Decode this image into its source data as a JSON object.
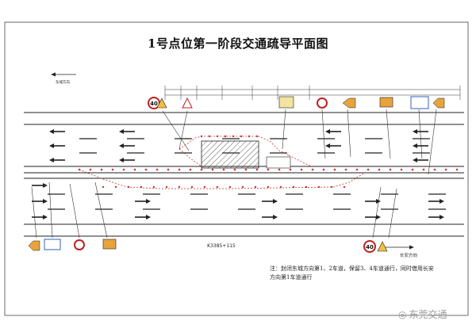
{
  "title": "1号点位第一阶段交通疏导平面图",
  "note_line1": "注：封闭东城方向第1、2车道，保留3、4车道通行，同时借用长安",
  "note_line2": "方向第1车道通行",
  "direction_east": "东城方向",
  "direction_changan": "长安方向",
  "stake_label": "K3385+115",
  "speed_limit": "40",
  "watermark": "东莞交通",
  "colors": {
    "road_line": "#222222",
    "cone": "#d03030",
    "sign_orange": "#e8a33c",
    "sign_blue": "#3060c0"
  },
  "icons": [
    "speed-limit-sign",
    "warning-sign",
    "no-entry-sign",
    "arrow-sign",
    "traffic-cone",
    "lane-arrow"
  ]
}
